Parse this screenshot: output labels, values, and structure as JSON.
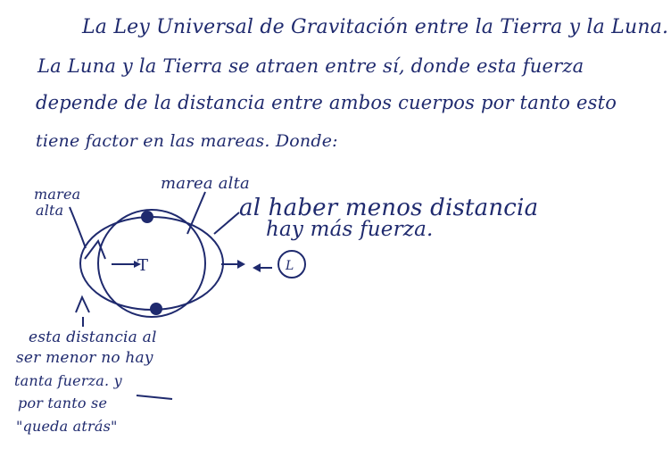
{
  "document": {
    "title": "La Ley Universal de Gravitación entre la Tierra y la Luna.",
    "paragraph_lines": [
      "La Luna y la Tierra se atraen entre sí, donde esta fuerza",
      "depende de la distancia entre ambos cuerpos por tanto esto",
      "tiene factor en las mareas. Donde:"
    ],
    "diagram": {
      "label_marea_alta_left_1": "marea",
      "label_marea_alta_left_2": "alta",
      "label_marea_alta_top": "marea alta",
      "label_menos_distancia": "al haber menos distancia",
      "label_mas_fuerza": "hay más fuerza.",
      "label_earth": "T",
      "label_moon": "L"
    },
    "note_lines": [
      "esta distancia al",
      "ser menor no hay",
      "tanta fuerza. y",
      "por tanto se",
      "\"queda atrás\""
    ],
    "ink_color": "#1f2a6e"
  }
}
